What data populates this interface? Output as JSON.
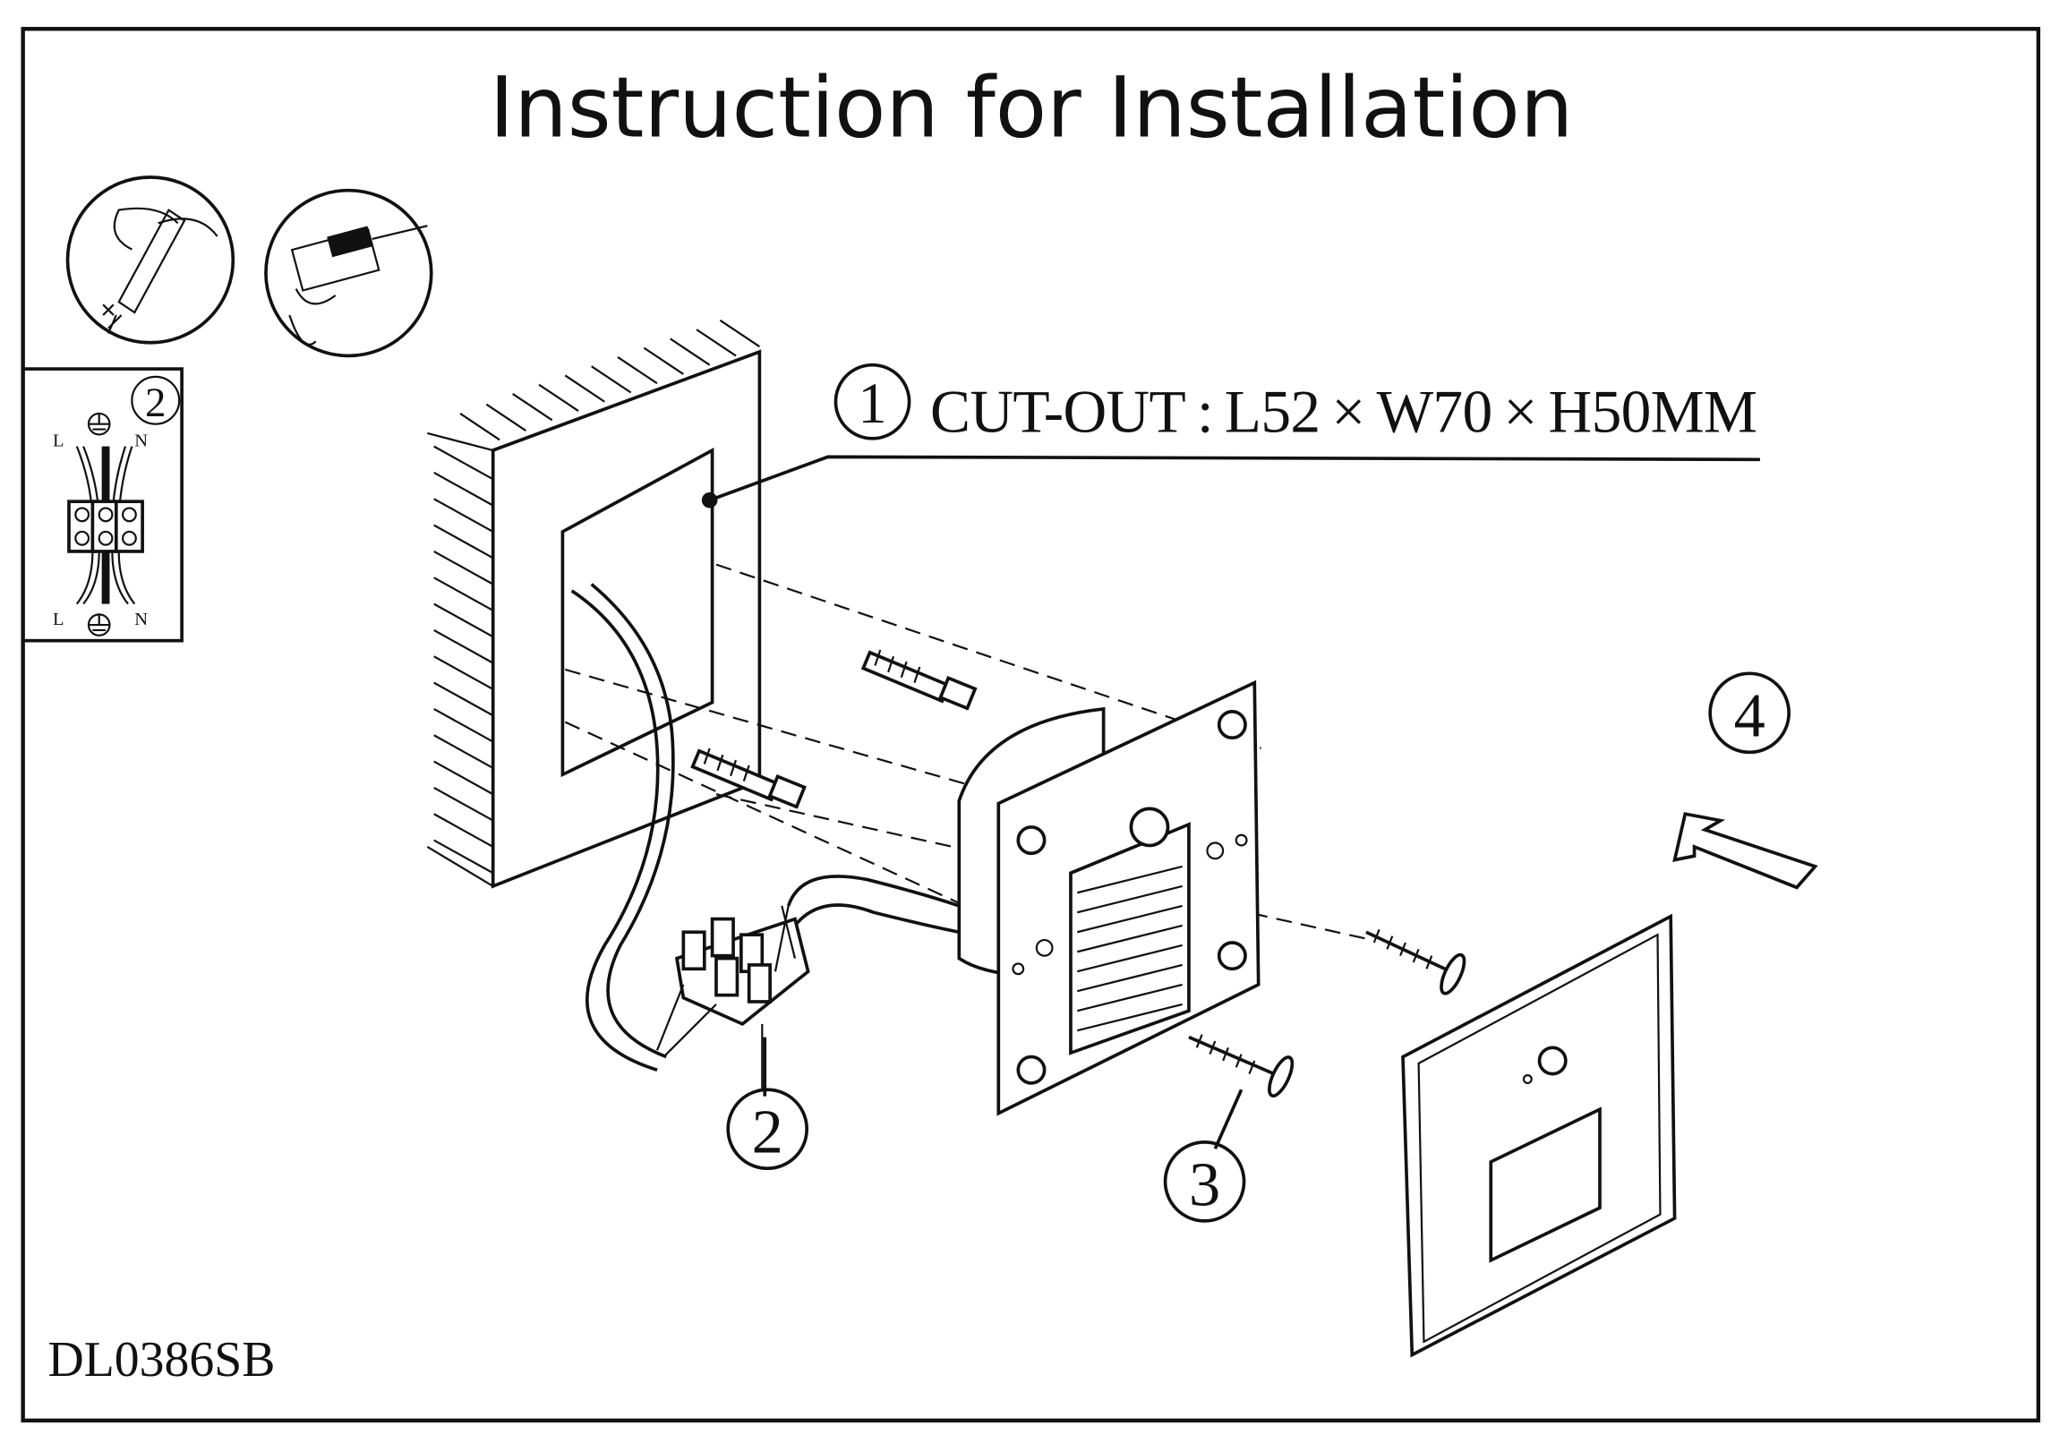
{
  "title": "Instruction for Installation",
  "steps": {
    "step1": {
      "number": "1",
      "text": "CUT-OUT : L52 × W70 × H50MM"
    },
    "step2": {
      "number": "2"
    },
    "step3": {
      "number": "3"
    },
    "step4": {
      "number": "4"
    }
  },
  "wiring_diagram": {
    "number": "2",
    "top_left": "L",
    "top_right": "N",
    "bottom_left": "L",
    "bottom_right": "N"
  },
  "model": "DL0386SB"
}
